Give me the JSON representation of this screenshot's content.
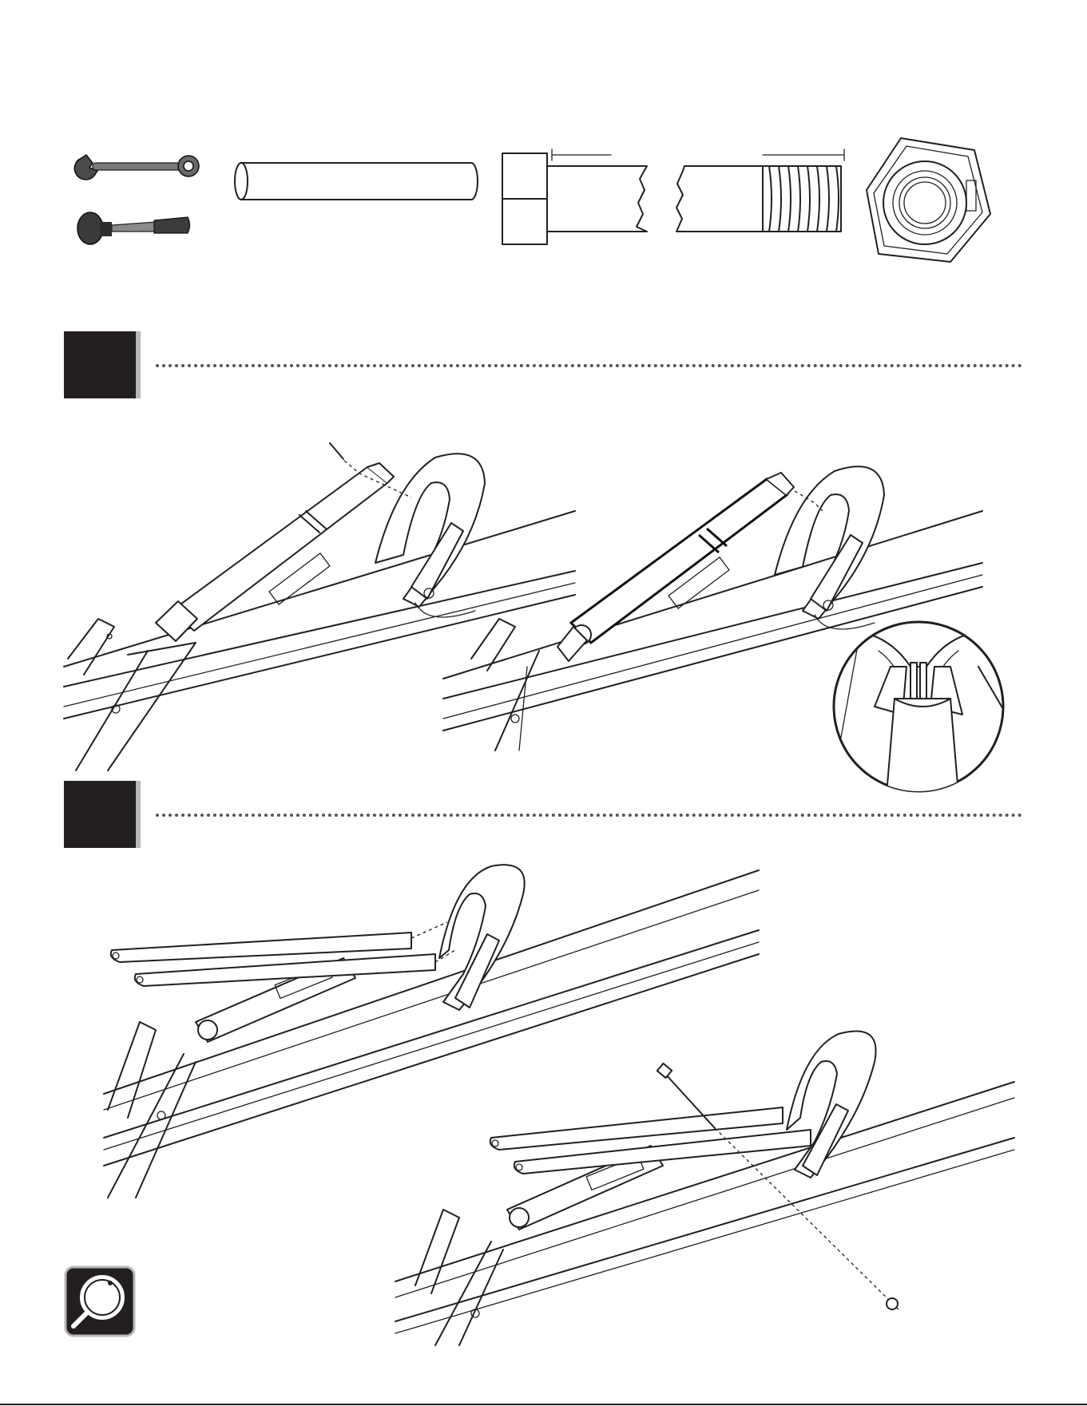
{
  "page": {
    "background": "#ffffff",
    "ink_color": "#231f20",
    "step_box_color": "#231f20",
    "step_box_shadow": "#b7b7b7"
  },
  "tools": [
    {
      "name": "wrench-icon"
    },
    {
      "name": "mallet-icon"
    }
  ],
  "hardware": [
    {
      "name": "pin"
    },
    {
      "name": "bolt"
    },
    {
      "name": "lock-nut"
    }
  ],
  "steps": [
    {
      "name": "step-a",
      "panels": [
        "pin-insert-view",
        "pin-installed-view",
        "detail-zoom-view"
      ]
    },
    {
      "name": "step-b",
      "panels": [
        "arms-attach-view",
        "bolt-insert-view"
      ]
    }
  ],
  "note_icon": "magnifier-icon"
}
